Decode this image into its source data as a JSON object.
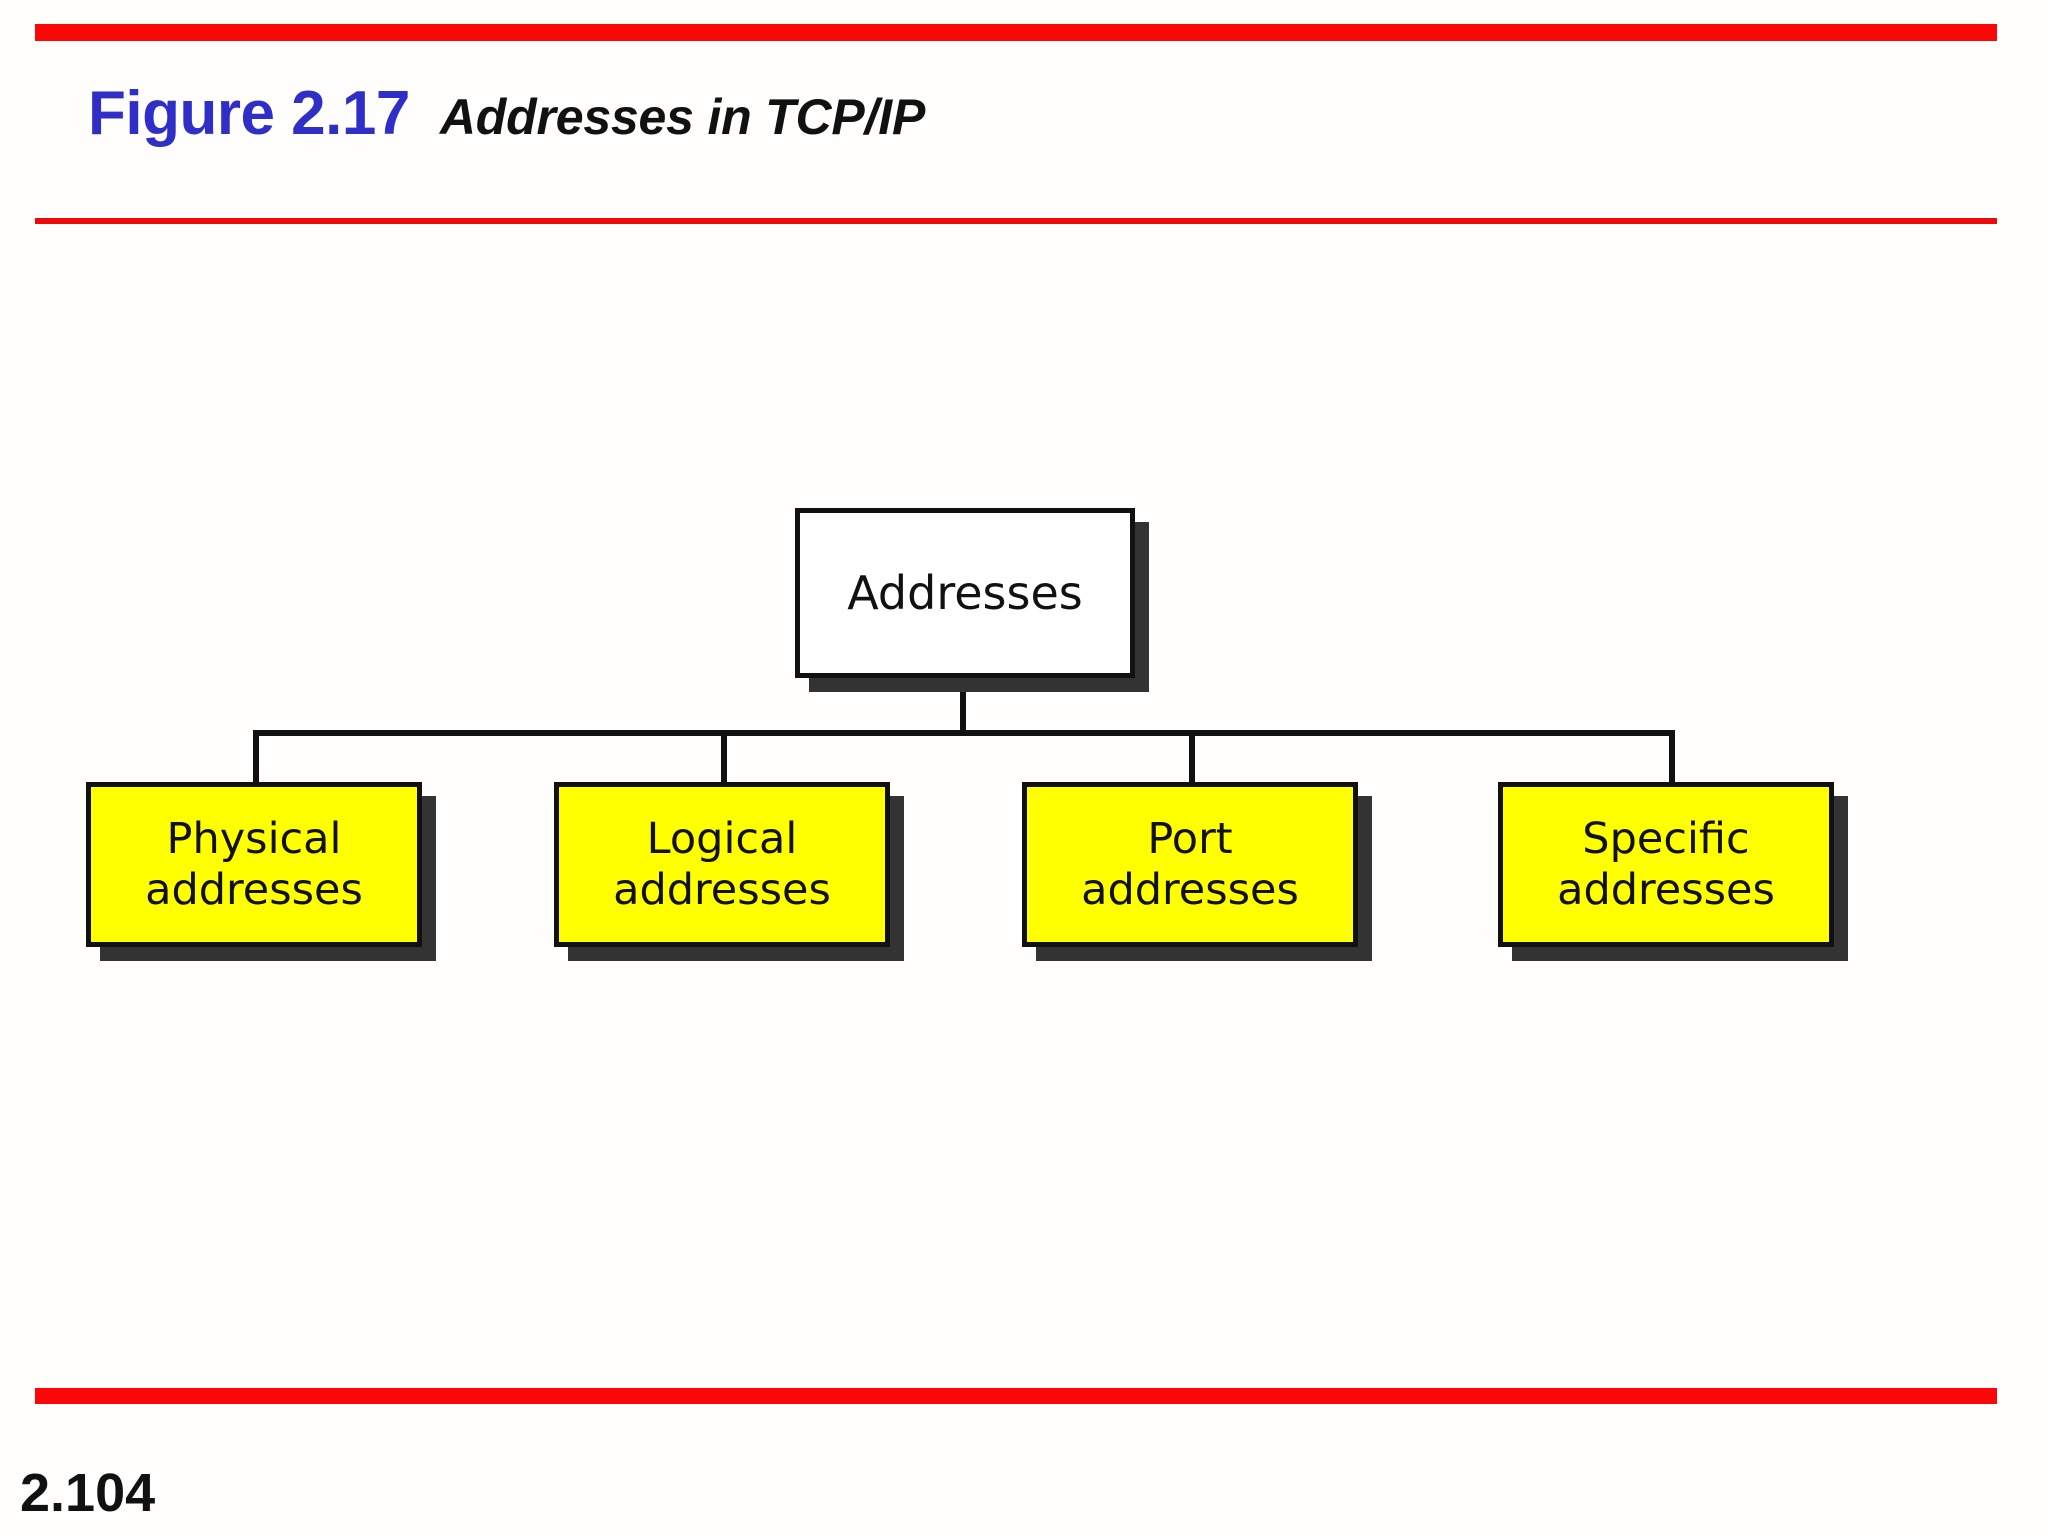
{
  "slide": {
    "figure_number": "Figure 2.17",
    "caption": "Addresses in TCP/IP",
    "page_number": "2.104",
    "background_color": "#fffefc",
    "accent_rule_color": "#fb0707",
    "figure_number_color": "#2f2fc7",
    "caption_color": "#111111"
  },
  "diagram": {
    "type": "tree",
    "root": {
      "label": "Addresses",
      "fill_color": "#ffffff",
      "border_color": "#111111",
      "shadow_color": "#333333"
    },
    "children": [
      {
        "label": "Physical\naddresses",
        "line1": "Physical",
        "line2": "addresses",
        "fill_color": "#ffff00"
      },
      {
        "label": "Logical\naddresses",
        "line1": "Logical",
        "line2": "addresses",
        "fill_color": "#ffff00"
      },
      {
        "label": "Port\naddresses",
        "line1": "Port",
        "line2": "addresses",
        "fill_color": "#ffff00"
      },
      {
        "label": "Specific\naddresses",
        "line1": "Specific",
        "line2": "addresses",
        "fill_color": "#ffff00"
      }
    ]
  }
}
